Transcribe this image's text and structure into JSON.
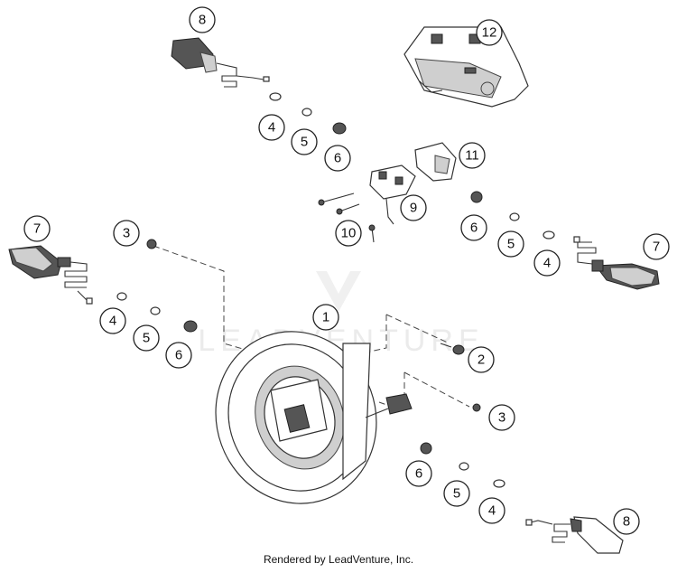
{
  "watermark": "LEADVENTURE",
  "footer": "Rendered by LeadVenture, Inc.",
  "callouts": {
    "c1": "1",
    "c2": "2",
    "c3a": "3",
    "c3b": "3",
    "c4a": "4",
    "c4b": "4",
    "c4c": "4",
    "c4d": "4",
    "c5a": "5",
    "c5b": "5",
    "c5c": "5",
    "c5d": "5",
    "c6a": "6",
    "c6b": "6",
    "c6c": "6",
    "c6d": "6",
    "c7a": "7",
    "c7b": "7",
    "c8a": "8",
    "c8b": "8",
    "c9": "9",
    "c10": "10",
    "c11": "11",
    "c12": "12"
  }
}
